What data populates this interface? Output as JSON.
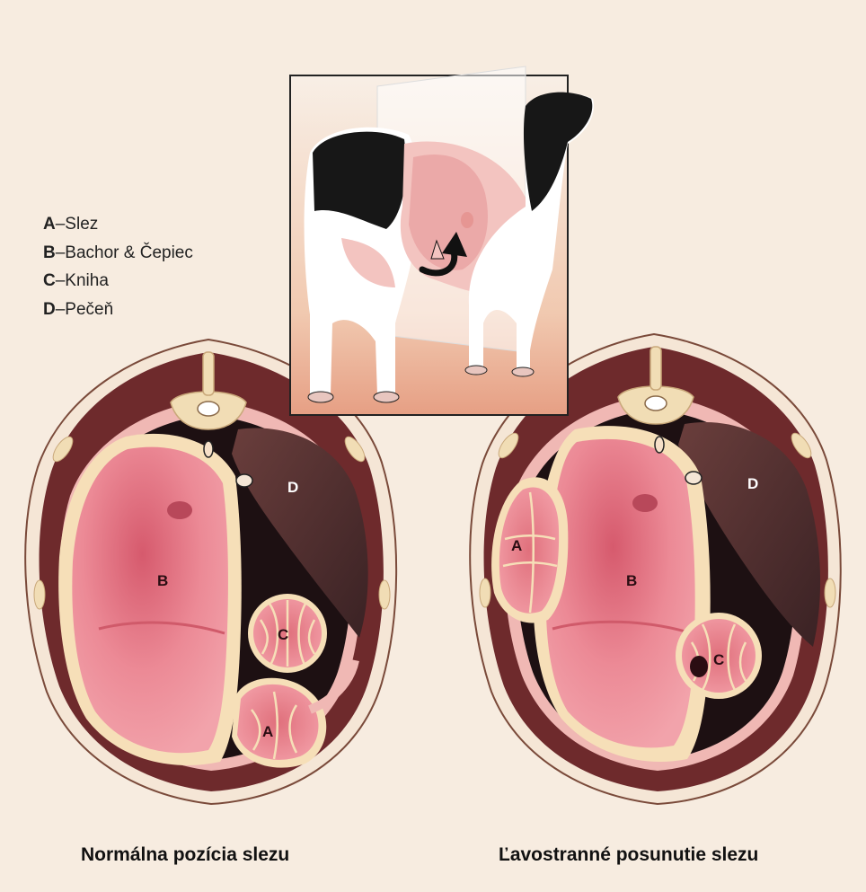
{
  "legend": [
    {
      "letter": "A",
      "text": "–Slez"
    },
    {
      "letter": "B",
      "text": "–Bachor & Čepiec"
    },
    {
      "letter": "C",
      "text": "–Kniha"
    },
    {
      "letter": "D",
      "text": "–Pečeň"
    }
  ],
  "left_section": {
    "caption": "Normálna pozícia slezu",
    "labels": {
      "A": "A",
      "B": "B",
      "C": "C",
      "D": "D"
    }
  },
  "right_section": {
    "caption": "Ľavostranné posunutie slezu",
    "labels": {
      "A": "A",
      "B": "B",
      "C": "C",
      "D": "D"
    }
  },
  "colors": {
    "background": "#f7ece0",
    "body_wall": "#6e2a2c",
    "rumen": "#e77d8a",
    "rumen_dark": "#d45f6e",
    "liver": "#4a2a2a",
    "cavity": "#1d1012",
    "bone": "#f1ddb5",
    "cow_black": "#171717",
    "cow_pink": "#f3c4c0"
  },
  "icons": [
    "cow-illustration",
    "rotation-arrow-icon",
    "spine-vertebra-icon"
  ]
}
